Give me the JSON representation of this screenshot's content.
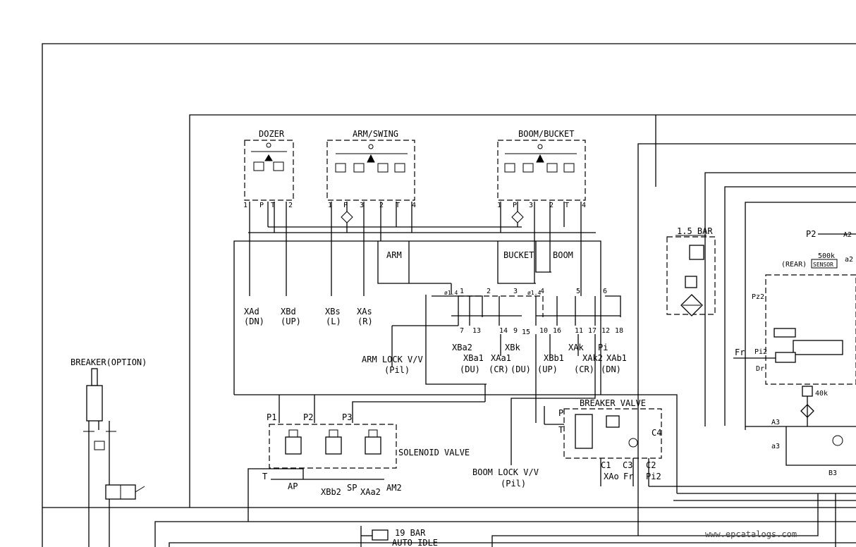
{
  "labels": {
    "dozer": "DOZER",
    "arm_swing": "ARM/SWING",
    "boom_bucket": "BOOM/BUCKET",
    "breaker_option": "BREAKER(OPTION)",
    "arm": "ARM",
    "bucket": "BUCKET",
    "boom": "BOOM",
    "arm_lock": "ARM  LOCK  V/V",
    "arm_lock_pil": "(Pil)",
    "boom_lock": "BOOM  LOCK  V/V",
    "boom_lock_pil": "(Pil)",
    "breaker_valve": "BREAKER  VALVE",
    "solenoid_valve": "SOLENOID  VALVE",
    "bar_15": "1.5  BAR",
    "bar_19": "19  BAR",
    "auto_idle": "AUTO  IDLE",
    "rear": "(REAR)",
    "sensor_500k": "500k",
    "sensor": "SENSOR",
    "k40": "40k",
    "watermark": "www.epcatalogs.com"
  },
  "dozer_ports": [
    "1",
    "P",
    "T",
    "2"
  ],
  "arm_swing_ports": [
    "1",
    "P",
    "3",
    "2",
    "T",
    "4"
  ],
  "boom_bucket_ports": [
    "1",
    "P",
    "3",
    "2",
    "T",
    "4"
  ],
  "outputs": [
    {
      "name": "XAd",
      "sub": "(DN)"
    },
    {
      "name": "XBd",
      "sub": "(UP)"
    },
    {
      "name": "XBs",
      "sub": "(L)"
    },
    {
      "name": "XAs",
      "sub": "(R)"
    }
  ],
  "shuttle_top_numbers": [
    "ø1.4",
    "1",
    "2",
    "3",
    "ø1.4",
    "4",
    "5",
    "6"
  ],
  "shuttle_bottom_numbers": [
    "7",
    "13",
    "14",
    "9",
    "15",
    "10",
    "16",
    "11",
    "17",
    "12",
    "18"
  ],
  "valve_signals": [
    {
      "name": "XBa2",
      "sub": ""
    },
    {
      "name": "XBa1",
      "sub": "(DU)"
    },
    {
      "name": "XAa1",
      "sub": "(CR)"
    },
    {
      "name": "XBk",
      "sub": "(DU)"
    },
    {
      "name": "XBb1",
      "sub": "(UP)"
    },
    {
      "name": "XAk",
      "sub": "(CR)"
    },
    {
      "name": "XAk2",
      "sub": "(CR)"
    },
    {
      "name": "Pi",
      "sub": "(DN)"
    },
    {
      "name": "XAb1",
      "sub": "(DN)"
    }
  ],
  "solenoid_ports": {
    "p1": "P1",
    "p2": "P2",
    "p3": "P3",
    "t": "T",
    "ap": "AP",
    "xbb2": "XBb2",
    "sp": "SP",
    "xaa2": "XAa2",
    "am2": "AM2"
  },
  "breaker_ports": {
    "p": "P",
    "t": "T",
    "c4": "C4",
    "c1": "C1",
    "xao": "XAo",
    "c3": "C3",
    "fr": "Fr",
    "c2": "C2",
    "pi2": "Pi2"
  },
  "right_ports": {
    "p2": "P2",
    "a2": "A2",
    "alpha2": "a2",
    "pz2": "Pz2",
    "fr": "Fr",
    "pi2": "Pi2",
    "dr": "Dr",
    "a3": "A3",
    "alpha3": "a3",
    "b3": "B3"
  }
}
